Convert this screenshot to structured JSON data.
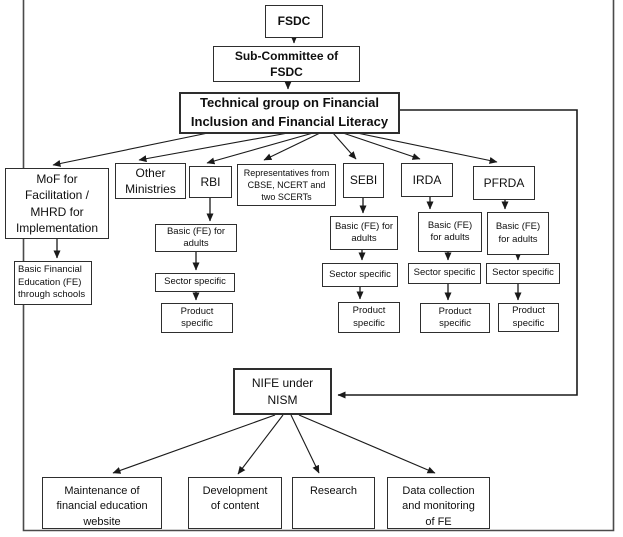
{
  "diagram": {
    "type": "flowchart",
    "line_color": "#1a1a1a",
    "frame_color": "#4a4a4a",
    "box_background": "#ffffff"
  },
  "nodes": {
    "fsdc": {
      "label": "FSDC"
    },
    "subcommittee": {
      "label": "Sub-Committee of\nFSDC"
    },
    "techgroup": {
      "label": "Technical group on Financial\nInclusion and Financial Literacy"
    },
    "mof": {
      "label": "MoF for\nFacilitation /\nMHRD for\nImplementation"
    },
    "mof_basic": {
      "label": "Basic Financial\nEducation (FE)\nthrough schools"
    },
    "other_ministries": {
      "label": "Other\nMinistries"
    },
    "rbi": {
      "label": "RBI"
    },
    "representatives": {
      "label": "Representatives from\nCBSE, NCERT and\ntwo SCERTs"
    },
    "sebi": {
      "label": "SEBI"
    },
    "irda": {
      "label": "IRDA"
    },
    "pfrda": {
      "label": "PFRDA"
    },
    "rbi_basic": {
      "label": "Basic (FE) for\nadults"
    },
    "rbi_sector": {
      "label": "Sector specific"
    },
    "rbi_product": {
      "label": "Product\nspecific"
    },
    "sebi_basic": {
      "label": "Basic (FE) for\nadults"
    },
    "sebi_sector": {
      "label": "Sector specific"
    },
    "sebi_product": {
      "label": "Product\nspecific"
    },
    "irda_basic": {
      "label": "Basic (FE)\nfor adults"
    },
    "irda_sector": {
      "label": "Sector specific"
    },
    "irda_product": {
      "label": "Product\nspecific"
    },
    "pfrda_basic": {
      "label": "Basic (FE)\nfor adults"
    },
    "pfrda_sector": {
      "label": "Sector specific"
    },
    "pfrda_product": {
      "label": "Product\nspecific"
    },
    "nife": {
      "label": "NIFE under\nNISM"
    },
    "maintenance": {
      "label": "Maintenance of\nfinancial education\nwebsite"
    },
    "development": {
      "label": "Development\nof content"
    },
    "research": {
      "label": "Research"
    },
    "data_collection": {
      "label": "Data collection\nand monitoring\nof FE"
    }
  }
}
